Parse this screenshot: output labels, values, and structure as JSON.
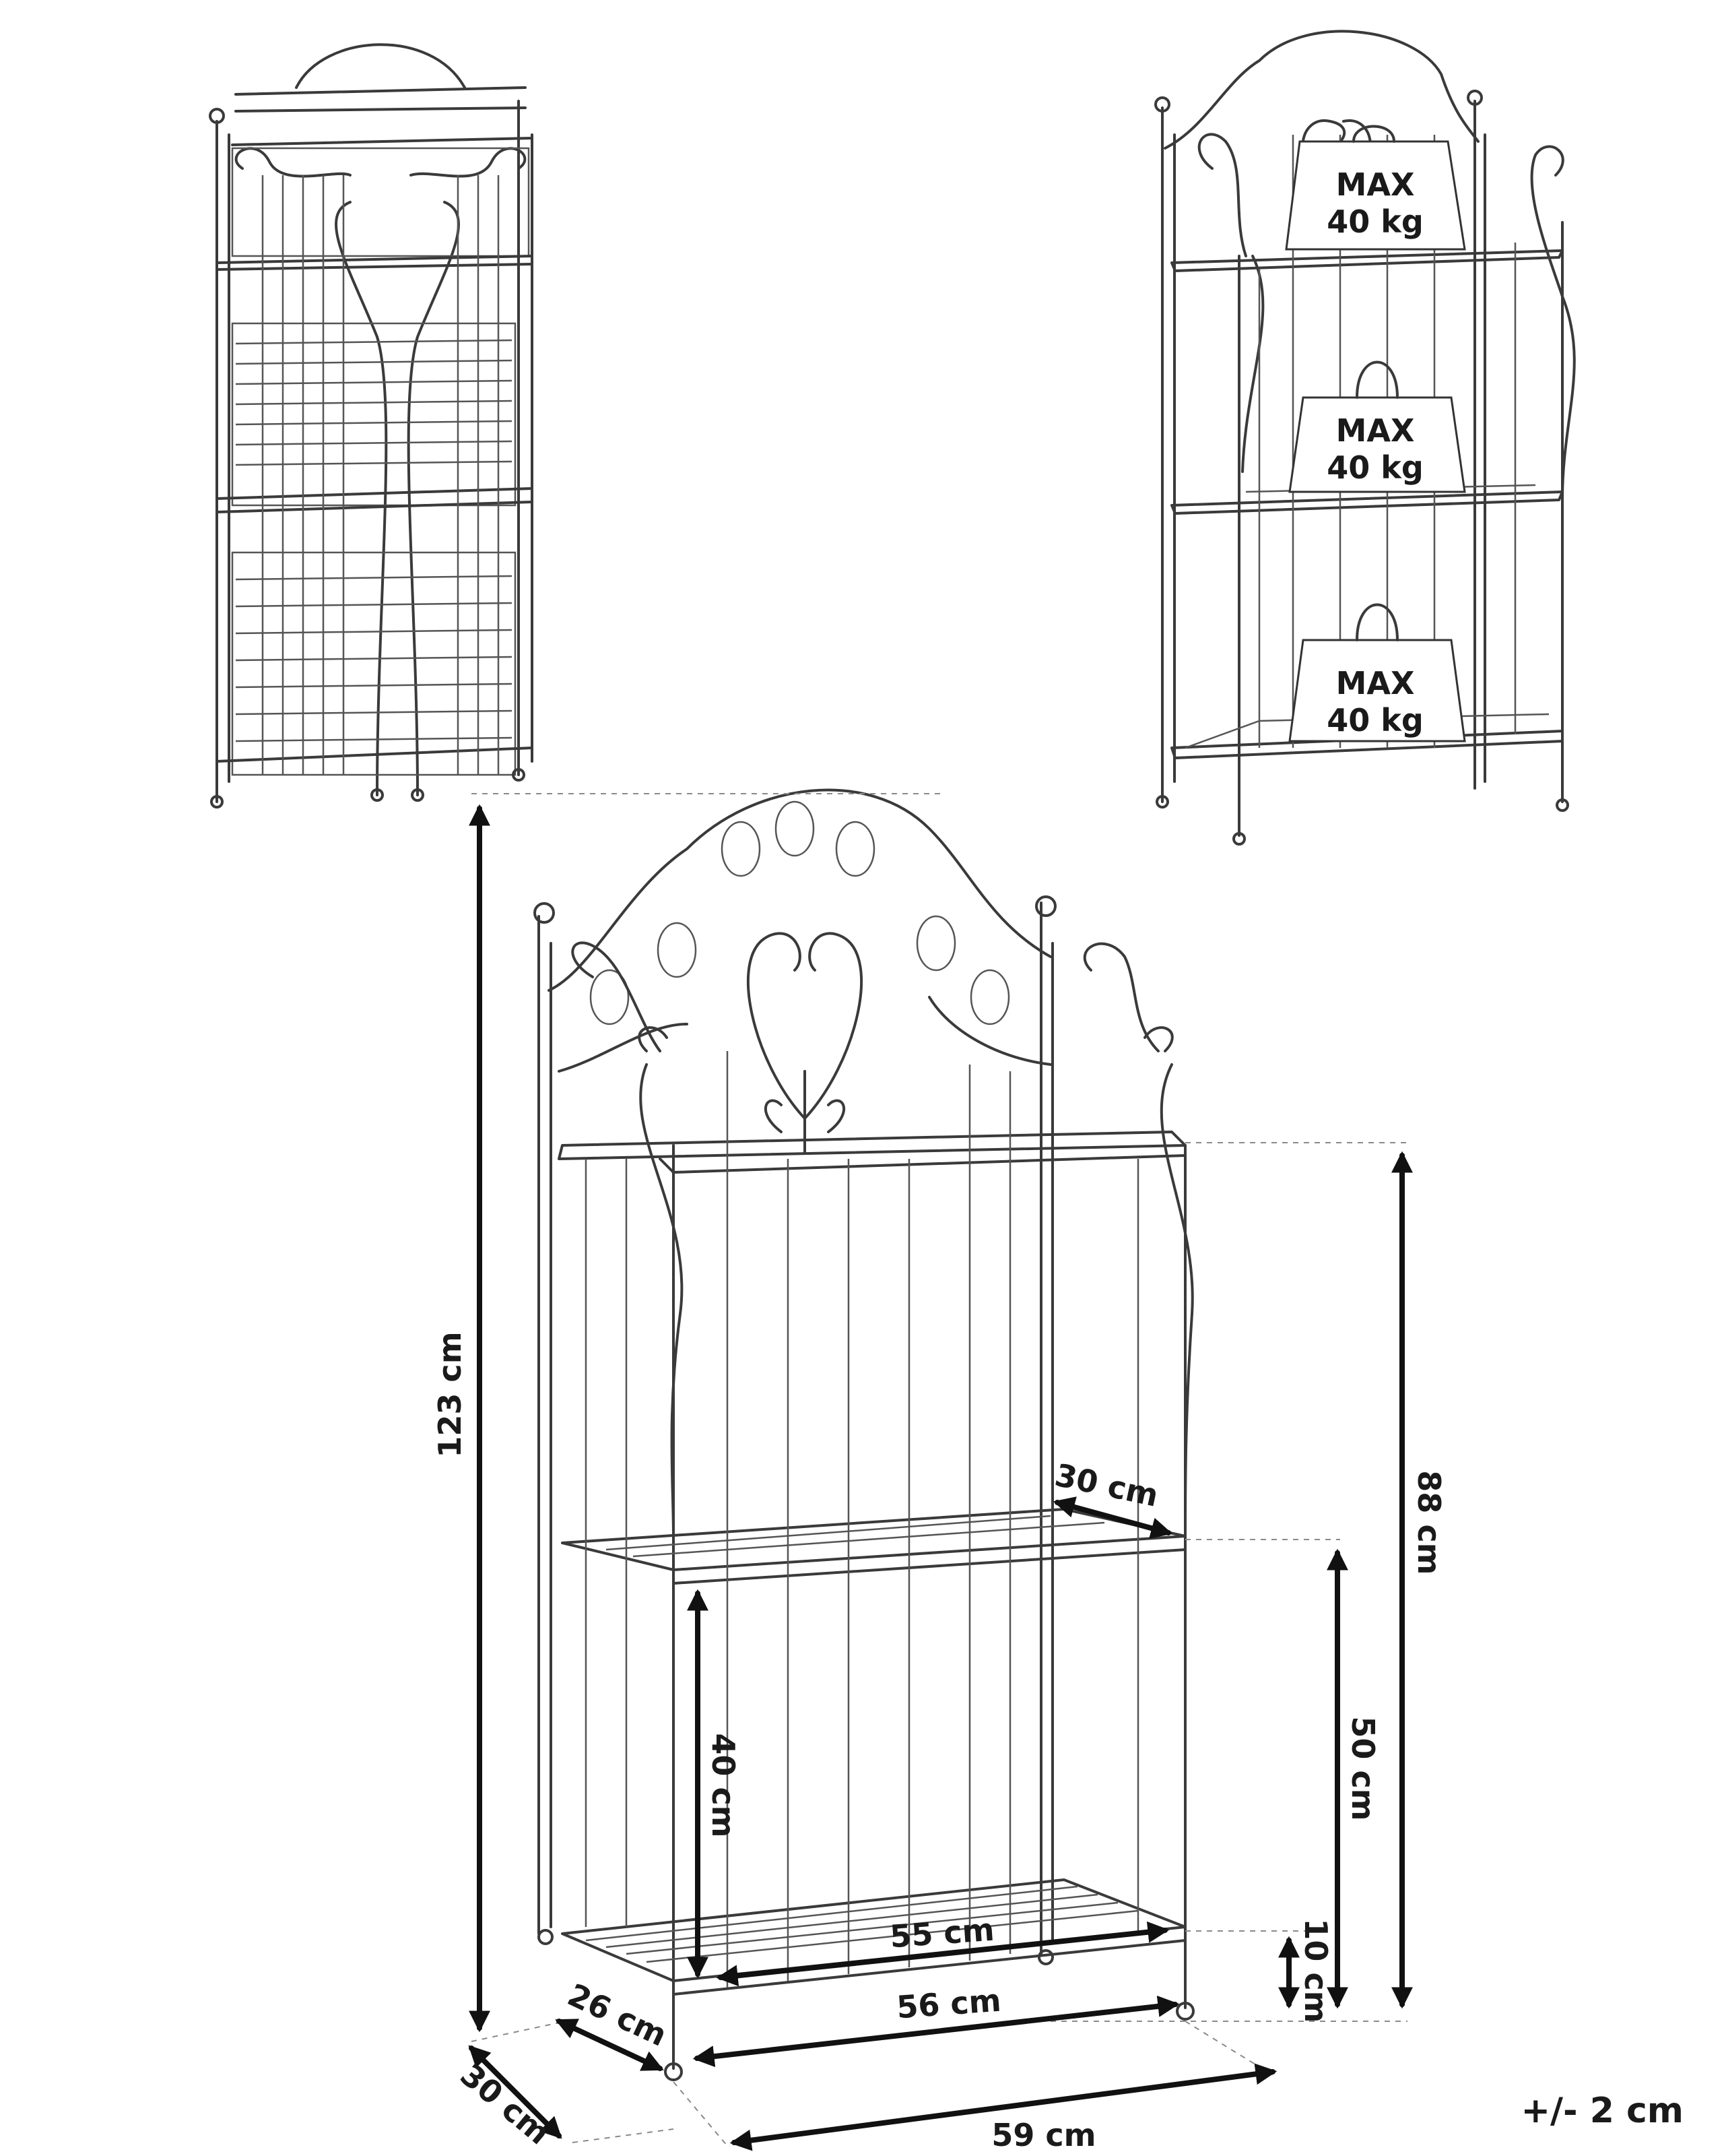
{
  "labels": {
    "max_top_1": "MAX",
    "max_top_2": "40 kg",
    "max_mid_1": "MAX",
    "max_mid_2": "40 kg",
    "max_bot_1": "MAX",
    "max_bot_2": "40 kg",
    "dim_total_height": "123 cm",
    "dim_top_shelf": "88 cm",
    "dim_middle_shelf": "50 cm",
    "dim_bottom_shelf": "10 cm",
    "dim_shelf_gap": "40 cm",
    "dim_shelf_depth": "30 cm",
    "dim_inner_width": "55 cm",
    "dim_shelf_width": "56 cm",
    "dim_outer_width": "59 cm",
    "dim_leg_depth": "26 cm",
    "dim_outer_depth": "30 cm",
    "tolerance": "+/- 2 cm"
  }
}
